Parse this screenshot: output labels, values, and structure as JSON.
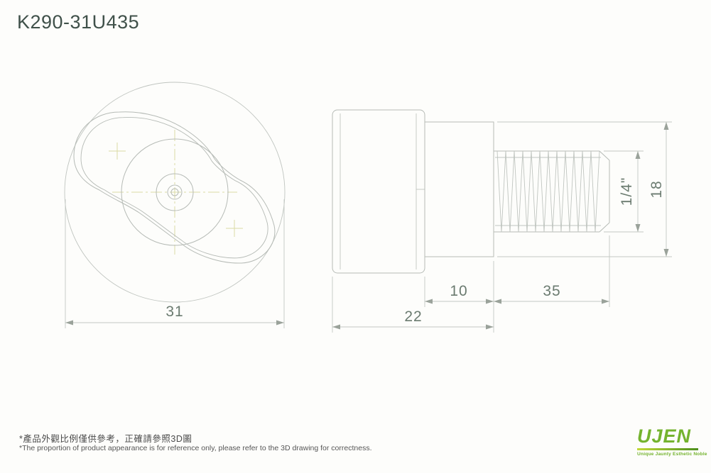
{
  "sheet": {
    "part_number": "K290-31U435",
    "bg_color": "#fdfdfb"
  },
  "dimensions": {
    "front_diameter": "31",
    "body_length": "22",
    "neck_length": "10",
    "thread_length": "35",
    "neck_diameter": "18",
    "thread_size": "1/4\""
  },
  "notes": {
    "zh": "*產品外觀比例僅供參考，正確請參照3D圖",
    "en": "*The proportion of product appearance is for reference only, please refer to the 3D drawing for correctness."
  },
  "logo": {
    "name": "UJEN",
    "tagline": "Unique Jaunty Esthetic Noble"
  },
  "colors": {
    "outline": "#b6bbb6",
    "dimension_line": "#c3c8c3",
    "dimension_text": "#6b7b70",
    "centerline": "#dadaa6",
    "brand_green": "#74b32e"
  }
}
